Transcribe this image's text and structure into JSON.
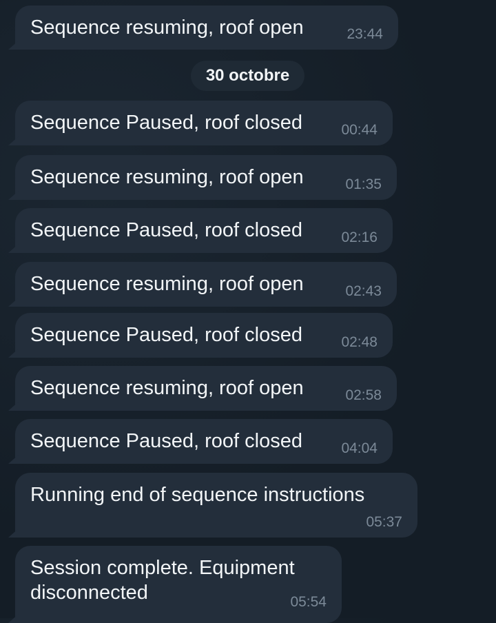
{
  "date_separator": "30 octobre",
  "messages": [
    {
      "text": "Sequence resuming, roof open",
      "time": "23:44"
    },
    {
      "text": "Sequence Paused, roof closed",
      "time": "00:44"
    },
    {
      "text": "Sequence resuming, roof open",
      "time": "01:35"
    },
    {
      "text": "Sequence Paused, roof closed",
      "time": "02:16"
    },
    {
      "text": "Sequence resuming, roof open",
      "time": "02:43"
    },
    {
      "text": "Sequence Paused, roof closed",
      "time": "02:48"
    },
    {
      "text": "Sequence resuming, roof open",
      "time": "02:58"
    },
    {
      "text": "Sequence Paused, roof closed",
      "time": "04:04"
    },
    {
      "text": "Running end of sequence instructions",
      "time": "05:37"
    },
    {
      "text": "Session complete. Equipment disconnected",
      "time": "05:54"
    }
  ]
}
